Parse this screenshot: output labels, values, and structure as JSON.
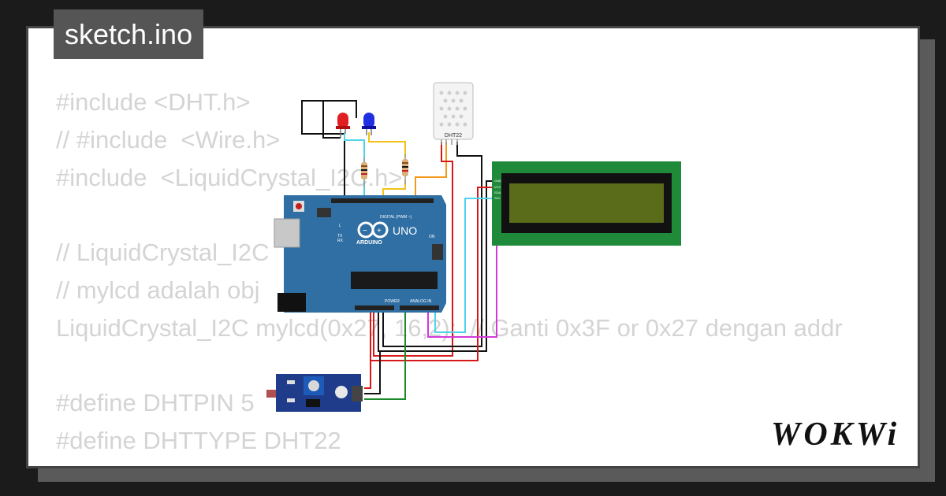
{
  "file_tab": {
    "name": "sketch.ino"
  },
  "code_lines": [
    "#include <DHT.h>",
    "// #include  <Wire.h>",
    "#include  <LiquidCrystal_I2C.h>",
    "",
    "// LiquidCrystal_I2C",
    "// mylcd adalah obj",
    "LiquidCrystal_I2C mylcd(0x27, 16,2);  // Ganti 0x3F or 0x27 dengan addr",
    "",
    "#define DHTPIN 5",
    "#define DHTTYPE DHT22"
  ],
  "circuit": {
    "dht_label": "DHT22",
    "arduino": {
      "brand": "ARDUINO",
      "model": "UNO",
      "digital_label": "DIGITAL (PWM ~)",
      "power_label": "POWER",
      "analog_label": "ANALOG IN",
      "on_label": "ON",
      "l_label": "L",
      "tx_label": "TX",
      "rx_label": "RX"
    },
    "lcd_pins": [
      "GND",
      "VCC",
      "SDA",
      "SCL"
    ],
    "colors": {
      "board": "#2f6fa3",
      "lcd_frame": "#1f8a3a",
      "lcd_screen": "#5a6b1a",
      "led_red": "#e02020",
      "led_blue": "#2030e0",
      "wire_red": "#d81818",
      "wire_black": "#111111",
      "wire_cyan": "#4fd3e8",
      "wire_yellow": "#f2c21a",
      "wire_orange": "#f39a1a",
      "wire_magenta": "#d23ad8",
      "wire_green": "#1a8a2a"
    }
  },
  "brand": {
    "logo": "WOKWi"
  }
}
